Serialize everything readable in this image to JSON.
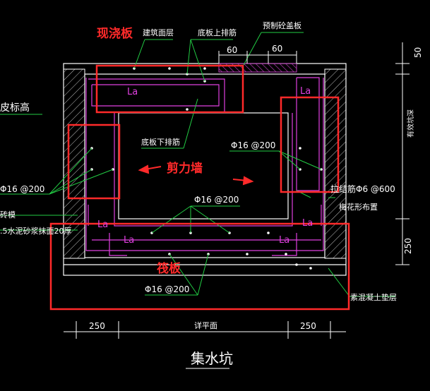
{
  "drawing": {
    "title": "集水坑",
    "top_labels": {
      "cast_in_place_slab": "现浇板",
      "building_surface": "建筑面层",
      "slab_bottom_upper_bars": "底板上排筋",
      "precast_cover": "预制砼盖板",
      "dim_60_left": "60",
      "dim_60_right": "60"
    },
    "left_labels": {
      "elevation": "皮标高",
      "rebar_left": "Φ16 @200",
      "brick_formwork": "砖模",
      "mortar_plaster": ".5水泥砂浆抹面20厚"
    },
    "center_labels": {
      "slab_lower_bars": "底板下排筋",
      "rebar_right": "Φ16 @200",
      "shear_wall": "剪力墙",
      "rebar_center": "Φ16 @200",
      "raft": "筏板",
      "rebar_bottom": "Φ16 @200"
    },
    "right_labels": {
      "tie_bars": "拉结筋Φ6 @600",
      "plum_layout": "梅花形布置",
      "concrete_cushion": "素混凝土垫层",
      "effective_depth": "有效坑深",
      "dim_50": "50",
      "dim_250_right": "250"
    },
    "bottom_labels": {
      "dim_250_left": "250",
      "sump_plan": "详平面",
      "dim_250_bottom_right": "250"
    },
    "la_labels": [
      "La",
      "La",
      "La",
      "La",
      "La",
      "La"
    ],
    "colors": {
      "background": "#000000",
      "wall": "#ffffff",
      "rebar": "#e040e0",
      "leader": "#22cc44",
      "highlight": "#ff2a2a",
      "hatch": "#d8d8d8"
    }
  }
}
